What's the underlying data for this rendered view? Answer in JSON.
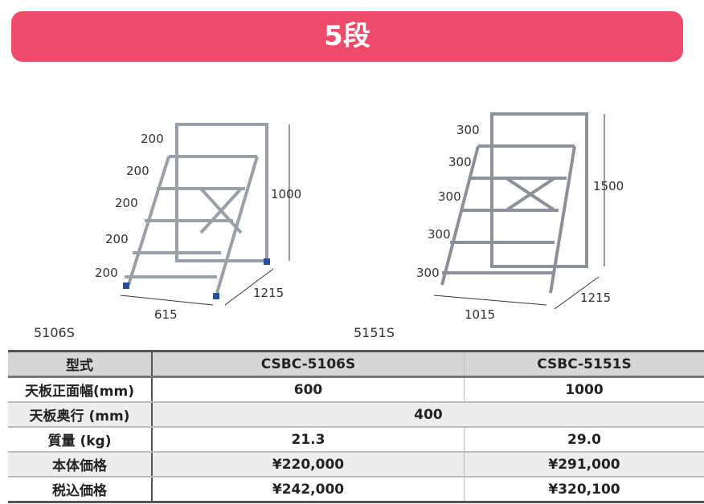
{
  "banner": {
    "title": "5段"
  },
  "products": [
    {
      "name": "5106S",
      "step_heights": [
        "200",
        "200",
        "200",
        "200",
        "200"
      ],
      "height": "1000",
      "depth": "1215",
      "width": "615"
    },
    {
      "name": "5151S",
      "step_heights": [
        "300",
        "300",
        "300",
        "300",
        "300"
      ],
      "height": "1500",
      "depth": "1215",
      "width": "1015"
    }
  ],
  "table": {
    "headers": [
      "型式",
      "CSBC-5106S",
      "CSBC-5151S"
    ],
    "rows": [
      {
        "label": "天板正面幅(mm)",
        "a": "600",
        "b": "1000"
      },
      {
        "label": "天板奥行 (mm)",
        "both": "400"
      },
      {
        "label": "質量 (kg)",
        "a": "21.3",
        "b": "29.0"
      },
      {
        "label": "本体価格",
        "a": "¥220,000",
        "b": "¥291,000"
      },
      {
        "label": "税込価格",
        "a": "¥242,000",
        "b": "¥320,100"
      }
    ]
  }
}
